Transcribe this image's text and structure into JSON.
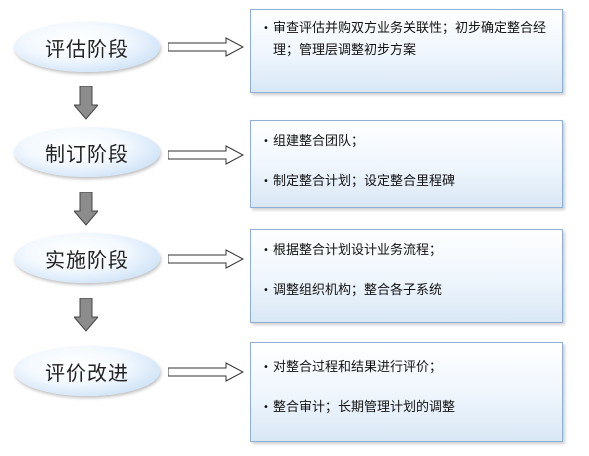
{
  "stages": [
    {
      "label": "评估阶段",
      "lines": [
        "审查评估并购双方业务关联性；初步确定整合经理；管理层调整初步方案"
      ]
    },
    {
      "label": "制订阶段",
      "lines": [
        "组建整合团队；",
        "制定整合计划；设定整合里程碑"
      ]
    },
    {
      "label": "实施阶段",
      "lines": [
        "根据整合计划设计业务流程；",
        "调整组织机构；整合各子系统"
      ]
    },
    {
      "label": "评价改进",
      "lines": [
        "对整合过程和结果进行评价；",
        "整合审计；长期管理计划的调整"
      ]
    }
  ],
  "bullet_glyph": "•"
}
